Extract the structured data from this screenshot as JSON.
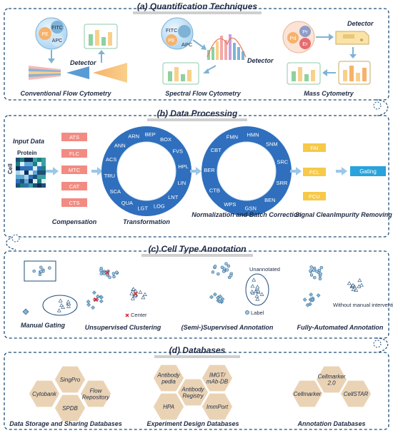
{
  "sections": {
    "a": {
      "title": "(a) Quantification Techniques",
      "conventional": {
        "markers": [
          "PE",
          "FITC",
          "APC"
        ],
        "detector": "Detector",
        "label": "Conventional Flow Cytometry"
      },
      "spectral": {
        "markers": [
          "FITC",
          "PE",
          "APC"
        ],
        "detector": "Detector",
        "label": "Spectral Flow Cytometry"
      },
      "mass": {
        "markers": [
          "Pd",
          "Pr",
          "Er"
        ],
        "detector": "Detector",
        "label": "Mass Cytometry"
      }
    },
    "b": {
      "title": "(b) Data Processing",
      "input_data": "Input Data",
      "protein": "Protein",
      "cell": "Cell",
      "compensation_methods": [
        "ATS",
        "FLC",
        "MTC",
        "CAT",
        "CTS"
      ],
      "compensation_label": "Compensation",
      "transformation_methods": [
        "ARN",
        "BEP",
        "BOX",
        "FVS",
        "HPL",
        "LIN",
        "LNT",
        "LOG",
        "LGT",
        "QUA",
        "SCA",
        "TRU",
        "ACS",
        "ANN"
      ],
      "transformation_label": "Transformation",
      "normalization_methods": [
        "HMN",
        "SNM",
        "SRC",
        "SRR",
        "BEN",
        "GSN",
        "WPS",
        "CTB",
        "BER",
        "CBT",
        "FMN"
      ],
      "normalization_label": "Normalization and Batch Correction",
      "signal_methods": [
        "FAI",
        "FCL",
        "FCU"
      ],
      "signal_label": "Signal Clean",
      "gating": "Gating",
      "impurity_label": "Impurity Removing"
    },
    "c": {
      "title": "(c) Cell Type Annotation",
      "manual": "Manual Gating",
      "unsupervised": "Unsupervised Clustering",
      "center": "Center",
      "semi": "(Semi-)Supervised Annotation",
      "unannotated": "Unannotated",
      "label": "Label",
      "fully": "Fully-Automated Annotation",
      "intervention": "Without manual intervention"
    },
    "d": {
      "title": "(d) Databases",
      "storage": {
        "items": [
          "SingPro",
          "Cytobank",
          "Flow Repository",
          "SPDB"
        ],
        "label": "Data Storage and Sharing Databases"
      },
      "experiment": {
        "items": [
          "Antibody pedia",
          "IMGT/ mAb-DB",
          "Antibody Registry",
          "HPA",
          "ImmPort"
        ],
        "label": "Experiment Design Databases"
      },
      "annotation": {
        "items": [
          "Cellmarker 2.0",
          "Cellmarker",
          "CellSTAR"
        ],
        "label": "Annotation Databases"
      }
    }
  },
  "colors": {
    "accent": "#1f4e79",
    "ring": "#2f6fbd",
    "comp": "#f28b82",
    "signal": "#f7c948",
    "gating": "#29a3dc",
    "hex": "#ead3b4"
  }
}
